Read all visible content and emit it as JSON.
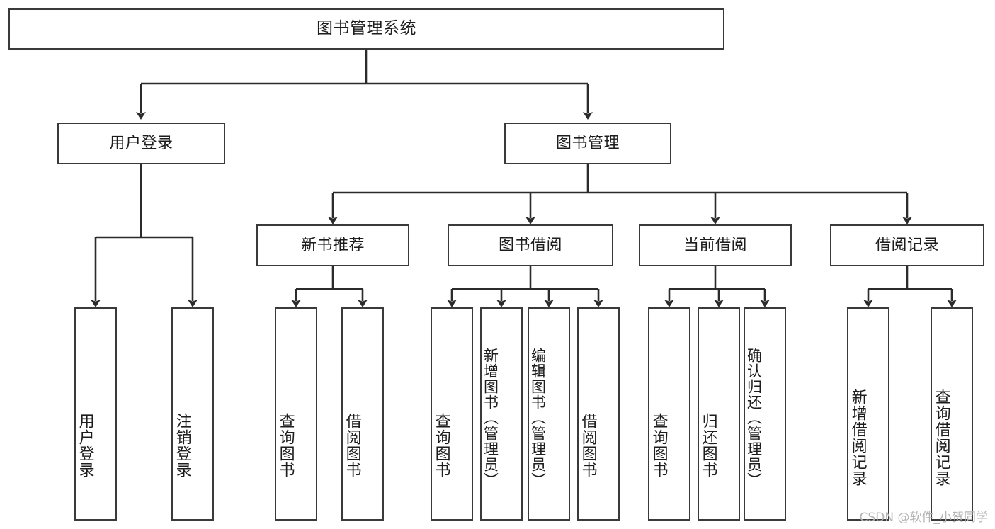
{
  "diagram": {
    "type": "tree-hierarchy",
    "title": "图书管理系统",
    "colors": {
      "box_border": "#3a3a3a",
      "box_fill": "#ffffff",
      "connector": "#2b2b2b",
      "text": "#1d1d1d",
      "watermark": "#b4b4b4",
      "background": "#ffffff"
    },
    "root": {
      "label": "图书管理系统"
    },
    "level2": [
      {
        "label": "用户登录"
      },
      {
        "label": "图书管理"
      }
    ],
    "level3": [
      {
        "label": "新书推荐"
      },
      {
        "label": "图书借阅"
      },
      {
        "label": "当前借阅"
      },
      {
        "label": "借阅记录"
      }
    ],
    "leaves": {
      "user_login": [
        {
          "label": "用户登录"
        },
        {
          "label": "注销登录"
        }
      ],
      "new_book_recommend": [
        {
          "label": "查询图书"
        },
        {
          "label": "借阅图书"
        }
      ],
      "book_borrow": [
        {
          "label": "查询图书"
        },
        {
          "label": "新增图书（管理员）"
        },
        {
          "label": "编辑图书（管理员）"
        },
        {
          "label": "借阅图书"
        }
      ],
      "current_borrow": [
        {
          "label": "查询图书"
        },
        {
          "label": "归还图书"
        },
        {
          "label": "确认归还（管理员）"
        }
      ],
      "borrow_record": [
        {
          "label": "新增借阅记录"
        },
        {
          "label": "查询借阅记录"
        }
      ]
    }
  },
  "watermark": {
    "text": "CSDN @软件_小贺同学"
  }
}
